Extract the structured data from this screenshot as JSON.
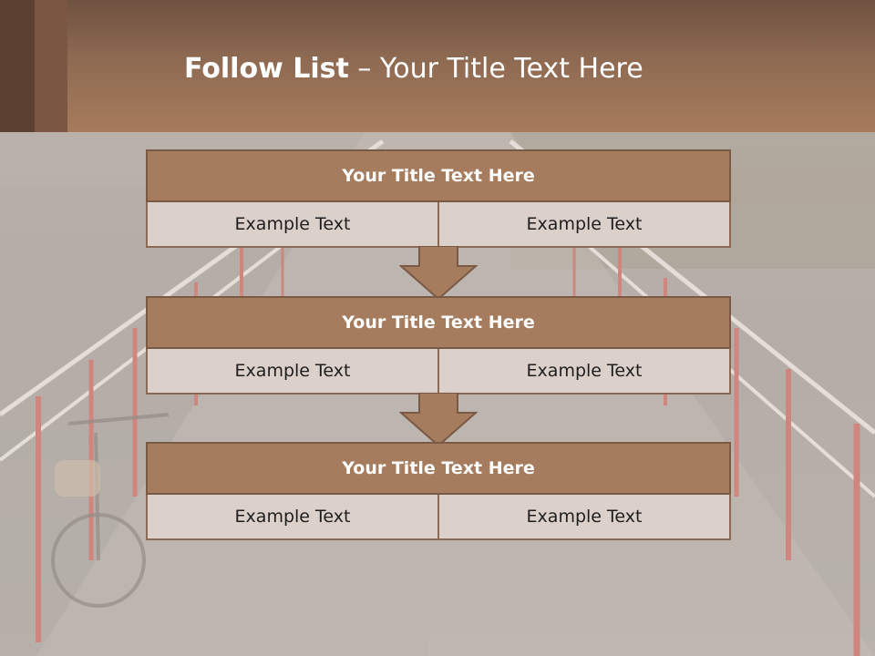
{
  "slide": {
    "title_bold": "Follow List",
    "title_rest": " – Your Title Text Here"
  },
  "blocks": [
    {
      "title": "Your Title Text Here",
      "left_text": "Example Text",
      "right_text": "Example Text"
    },
    {
      "title": "Your Title Text Here",
      "left_text": "Example Text",
      "right_text": "Example Text"
    },
    {
      "title": "Your Title Text Here",
      "left_text": "Example Text",
      "right_text": "Example Text"
    }
  ],
  "colors": {
    "header_brown": "#a77b5c",
    "title_bar": "#a67c5e",
    "cell_fill": "#dcd0cb",
    "arrow_fill": "#a67c5e",
    "arrow_stroke": "#7a5a45"
  }
}
